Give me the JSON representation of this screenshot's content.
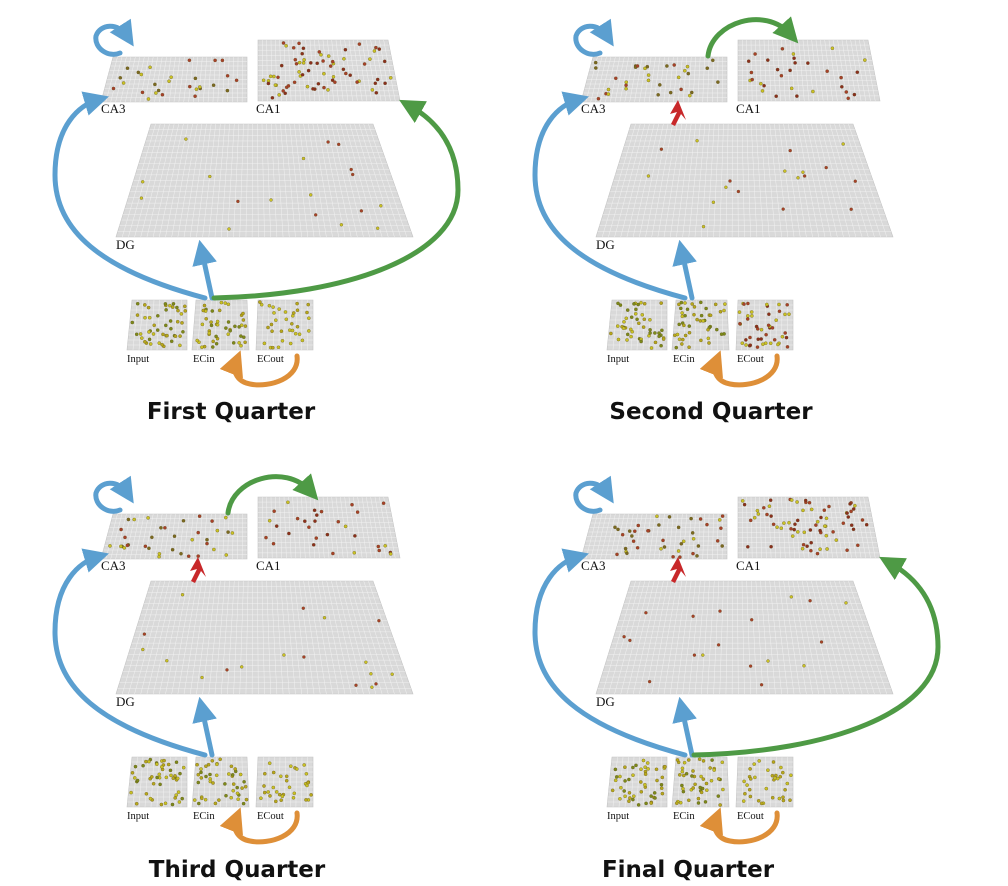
{
  "panels": [
    {
      "caption": "First Quarter",
      "labels": {
        "ca3": "CA3",
        "ca1": "CA1",
        "dg": "DG",
        "input": "Input",
        "ecin": "ECin",
        "ecout": "ECout"
      },
      "arrows": {
        "ca3_to_ca1": false,
        "dg_to_ca3": false,
        "ecin_to_ca1": true
      }
    },
    {
      "caption": "Second Quarter",
      "labels": {
        "ca3": "CA3",
        "ca1": "CA1",
        "dg": "DG",
        "input": "Input",
        "ecin": "ECin",
        "ecout": "ECout"
      },
      "arrows": {
        "ca3_to_ca1": true,
        "dg_to_ca3": true,
        "ecin_to_ca1": false
      }
    },
    {
      "caption": "Third Quarter",
      "labels": {
        "ca3": "CA3",
        "ca1": "CA1",
        "dg": "DG",
        "input": "Input",
        "ecin": "ECin",
        "ecout": "ECout"
      },
      "arrows": {
        "ca3_to_ca1": true,
        "dg_to_ca3": true,
        "ecin_to_ca1": false
      }
    },
    {
      "caption": "Final Quarter",
      "labels": {
        "ca3": "CA3",
        "ca1": "CA1",
        "dg": "DG",
        "input": "Input",
        "ecin": "ECin",
        "ecout": "ECout"
      },
      "arrows": {
        "ca3_to_ca1": false,
        "dg_to_ca3": true,
        "ecin_to_ca1": true
      }
    }
  ],
  "colors": {
    "blue_arrow": "#5b9fd0",
    "green_arrow": "#4e9a45",
    "orange_arrow": "#de8f38",
    "red_arrow": "#c8282a",
    "grid_fill": "#d9d9d9",
    "grid_line": "#f4f4f4",
    "dot_yellow": "#c9c225",
    "dot_red": "#a8402a"
  }
}
